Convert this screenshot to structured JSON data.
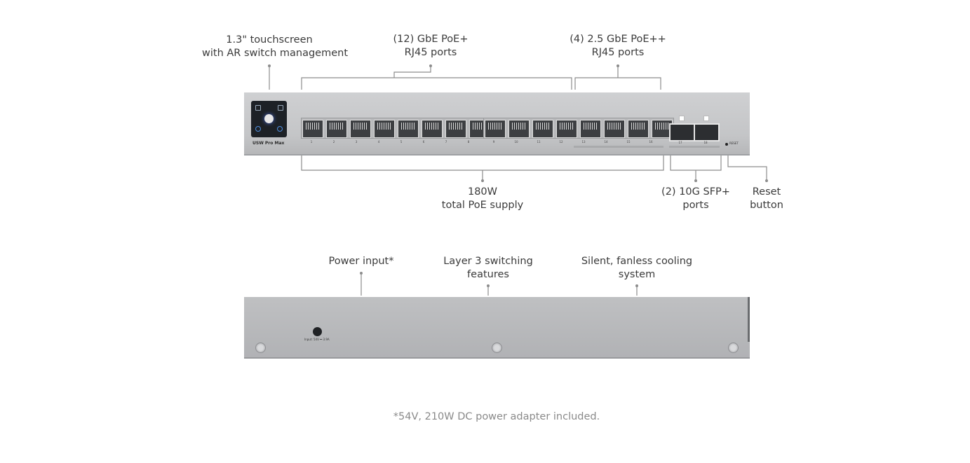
{
  "front_labels": {
    "touchscreen": [
      "1.3\" touchscreen",
      "with AR switch management"
    ],
    "gbe_ports": [
      "(12) GbE PoE+",
      "RJ45 ports"
    ],
    "gbe25_ports": [
      "(4) 2.5 GbE PoE++",
      "RJ45 ports"
    ],
    "poe_supply": [
      "180W",
      "total PoE supply"
    ],
    "sfp_ports": [
      "(2) 10G SFP+",
      "ports"
    ],
    "reset": [
      "Reset",
      "button"
    ]
  },
  "back_labels": {
    "power_input": "Power input*",
    "layer3": [
      "Layer 3 switching",
      "features"
    ],
    "cooling": [
      "Silent, fanless cooling",
      "system"
    ]
  },
  "device": {
    "model": "USW Pro Max",
    "reset_text": "RESET",
    "power_text": "Input: 54V ⎓ 3.9A",
    "port_numbers": [
      "1",
      "2",
      "3",
      "4",
      "5",
      "6",
      "7",
      "8",
      "9",
      "10",
      "11",
      "12",
      "13",
      "14",
      "15",
      "16"
    ],
    "sfp_numbers": [
      "17",
      "18"
    ]
  },
  "footnote": "*54V, 210W DC power adapter included."
}
